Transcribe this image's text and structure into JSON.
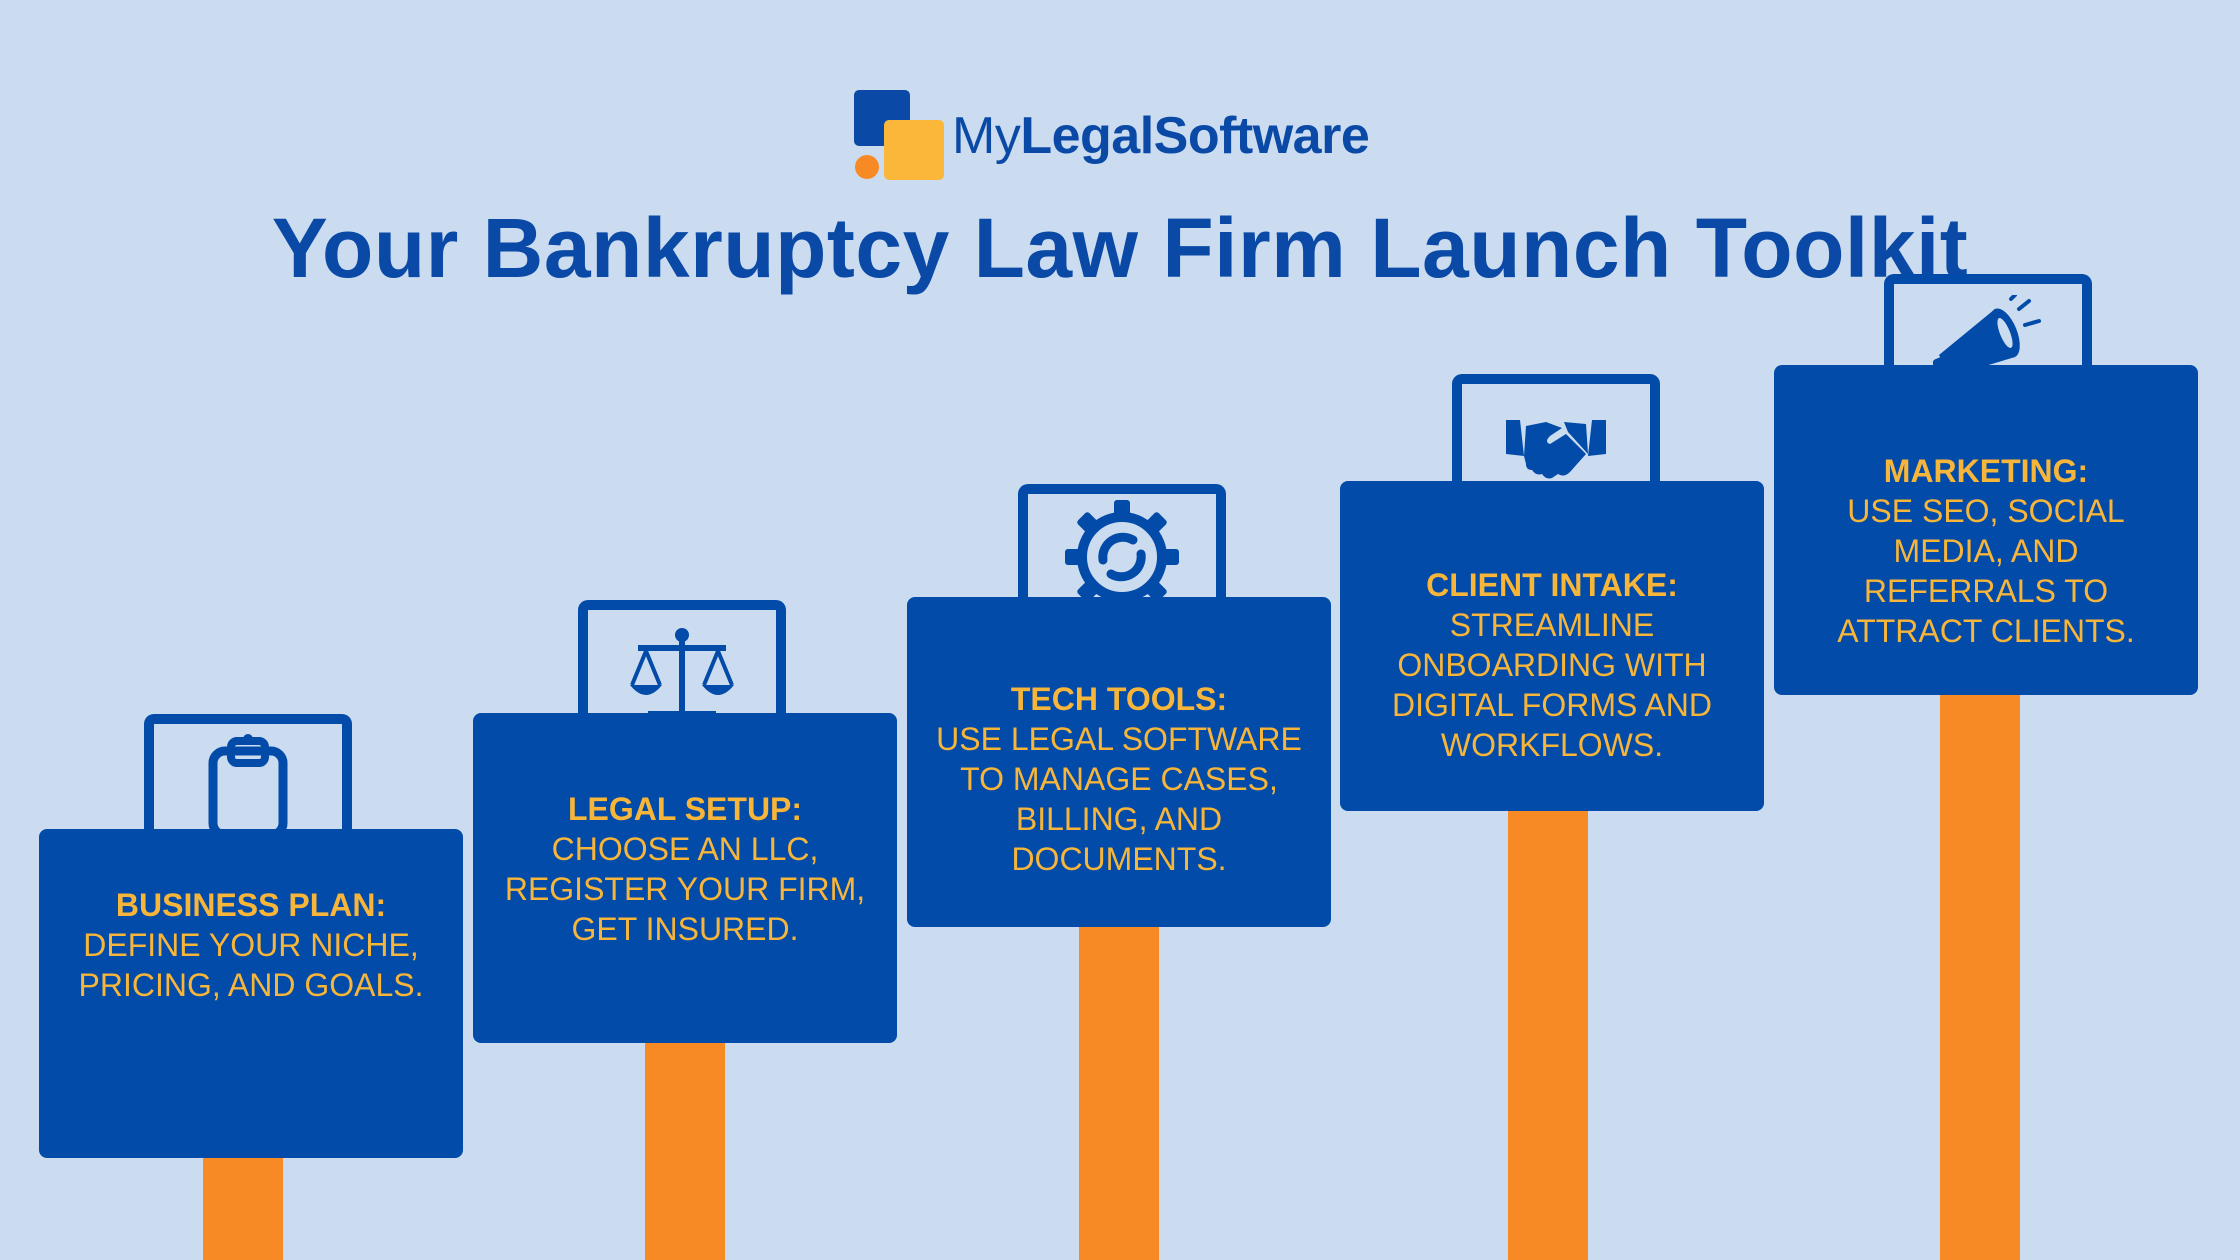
{
  "logo": {
    "text_prefix": "My",
    "text_bold": "LegalSoftware"
  },
  "title": "Your Bankruptcy Law Firm Launch Toolkit",
  "colors": {
    "background": "#cbdcf0",
    "board": "#034ba8",
    "post": "#f88a25",
    "text": "#f7b53a",
    "title": "#0a4aa6"
  },
  "steps": [
    {
      "icon": "clipboard-icon",
      "heading": "BUSINESS PLAN:",
      "body": "DEFINE YOUR NICHE, PRICING, AND GOALS."
    },
    {
      "icon": "scales-icon",
      "heading": "LEGAL SETUP:",
      "body": "CHOOSE AN LLC, REGISTER YOUR FIRM, GET INSURED."
    },
    {
      "icon": "gear-icon",
      "heading": "TECH TOOLS:",
      "body": "USE LEGAL SOFTWARE TO MANAGE CASES, BILLING, AND DOCUMENTS."
    },
    {
      "icon": "handshake-icon",
      "heading": "CLIENT INTAKE:",
      "body": "STREAMLINE ONBOARDING WITH DIGITAL FORMS AND WORKFLOWS."
    },
    {
      "icon": "megaphone-icon",
      "heading": "MARKETING:",
      "body": "USE SEO, SOCIAL MEDIA, AND REFERRALS TO ATTRACT CLIENTS."
    }
  ]
}
